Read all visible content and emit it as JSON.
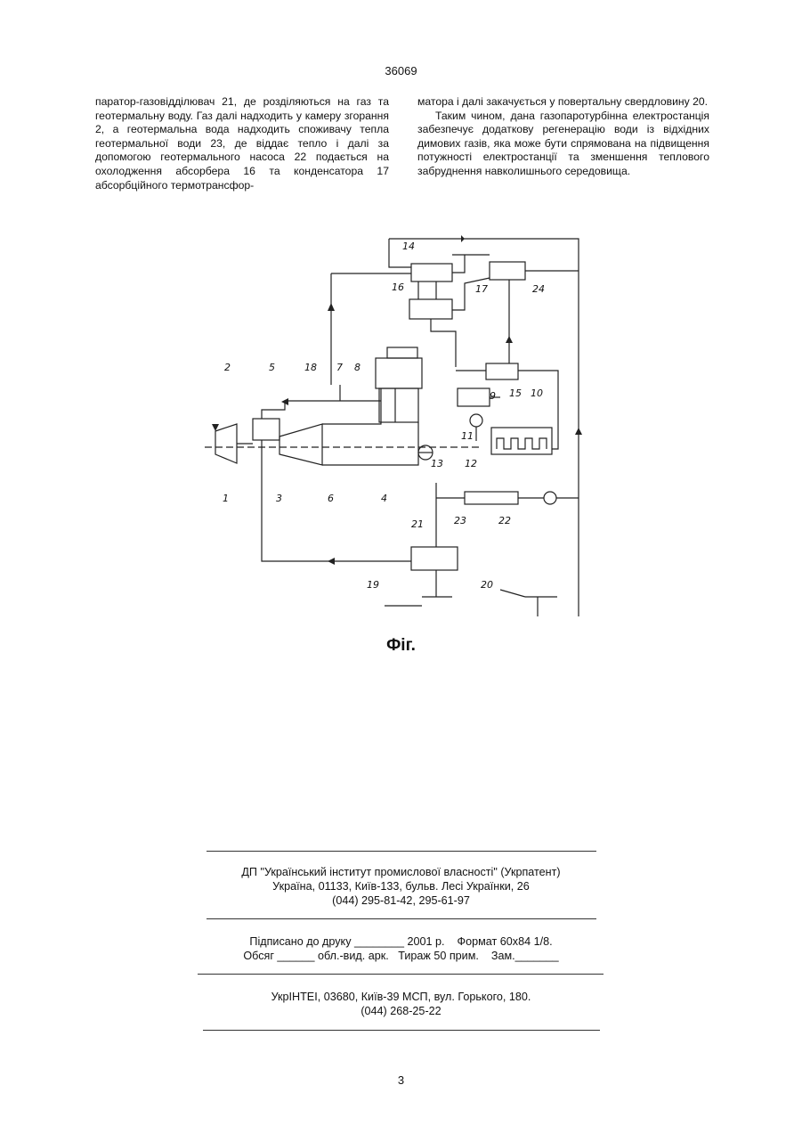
{
  "page_header": {
    "number": "36069"
  },
  "text": {
    "left": [
      "паратор-газовідділювач 21, де розділяються на газ та геотермальну воду. Газ далі надходить у камеру згорання 2, а геотермальна вода надходить споживачу тепла геотермальної води 23, де віддає тепло і далі за допомогою геотермального насоса 22 подається на охолодження абсорбера 16 та конденсатора 17 абсорбційного термотрансфор-"
    ],
    "right": [
      "матора і далі закачується у повертальну свердловину 20.",
      "Таким чином, дана газопаротурбінна електростанція забезпечує додаткову регенерацію води із відхідних димових газів, яка може бути спрямована на підвищення потужності електростанції та зменшення теплового забруднення навколишнього середовища."
    ]
  },
  "figure": {
    "caption": "Фіг.",
    "labels": [
      "1",
      "2",
      "3",
      "4",
      "5",
      "6",
      "7",
      "8",
      "9",
      "10",
      "11",
      "12",
      "13",
      "14",
      "15",
      "16",
      "17",
      "18",
      "19",
      "20",
      "21",
      "22",
      "23",
      "24"
    ]
  },
  "imprint": {
    "org": "ДП \"Український інститут промислової власності\" (Укрпатент)",
    "address": "Україна, 01133, Київ-133, бульв. Лесі Українки, 26",
    "phones": "(044) 295-81-42, 295-61-97",
    "print_line1": "Підписано до друку ________ 2001 р.    Формат 60х84 1/8.",
    "print_line2": "Обсяг ______ обл.-вид. арк.   Тираж 50 прим.    Зам._______",
    "printer": "УкрІНТЕІ, 03680, Київ-39 МСП, вул. Горького, 180.",
    "printer_phone": "(044) 268-25-22"
  },
  "page_footer": {
    "number": "3"
  }
}
